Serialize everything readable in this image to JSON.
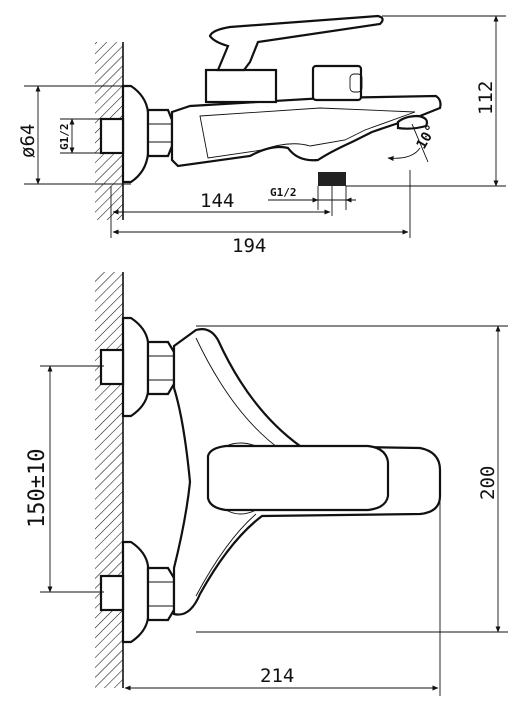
{
  "side_view": {
    "dim_diameter": "ø64",
    "dim_thread_wall": "G1/2",
    "dim_thread_outlet": "G1/2",
    "dim_height": "112",
    "dim_angle": "10°",
    "dim_depth_outlet": "144",
    "dim_depth_total": "194"
  },
  "top_view": {
    "dim_centers": "150±10",
    "dim_width": "200",
    "dim_depth": "214"
  },
  "colors": {
    "line": "#111111",
    "background": "#ffffff"
  }
}
